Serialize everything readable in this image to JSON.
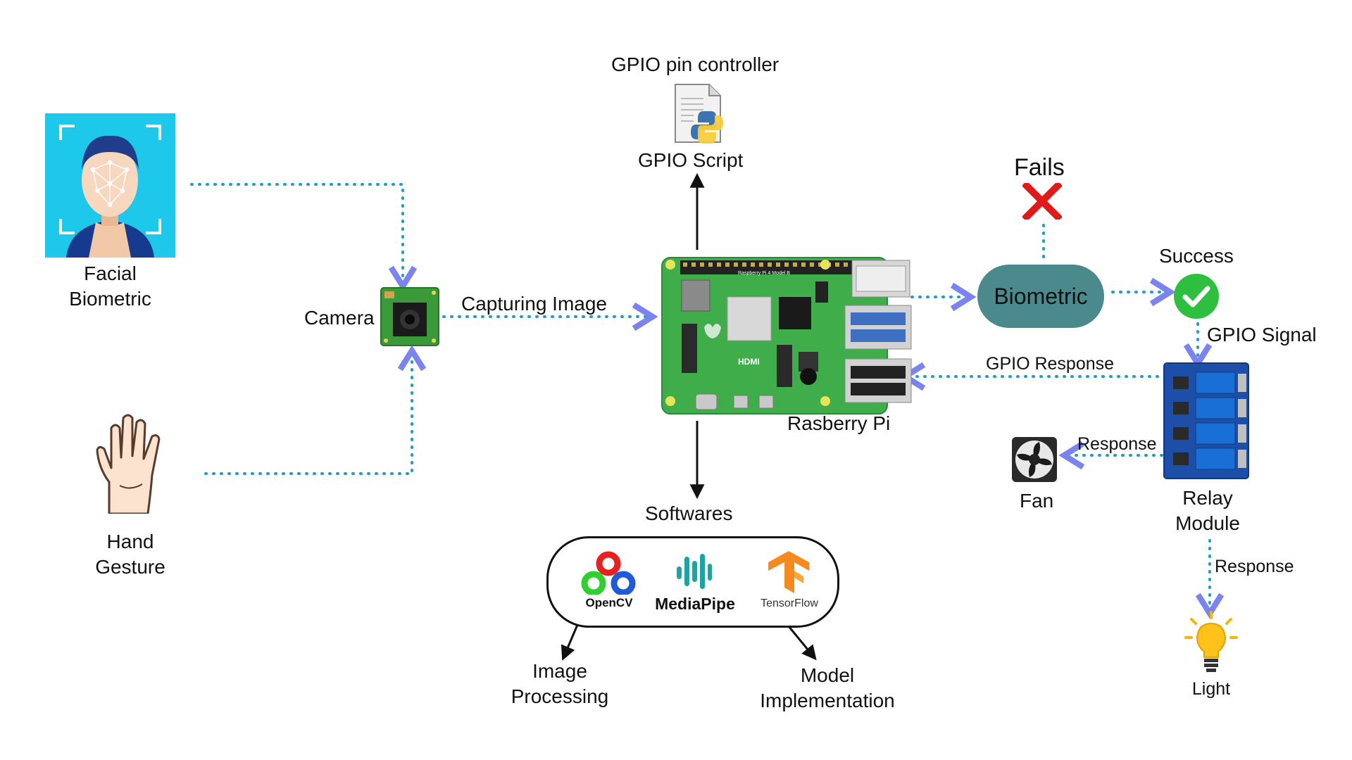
{
  "labels": {
    "facial": [
      "Facial",
      "Biometric"
    ],
    "hand": [
      "Hand",
      "Gesture"
    ],
    "camera": "Camera",
    "capturing": "Capturing Image",
    "gpio_controller": "GPIO pin controller",
    "gpio_script": "GPIO Script",
    "raspberry": "Rasberry Pi",
    "softwares": "Softwares",
    "image_processing": [
      "Image",
      "Processing"
    ],
    "model_impl": [
      "Model",
      "Implementation"
    ],
    "biometric": "Biometric",
    "fails": "Fails",
    "success": "Success",
    "gpio_signal": "GPIO Signal",
    "gpio_response": "GPIO Response",
    "relay": [
      "Relay",
      "Module"
    ],
    "response_fan": "Response",
    "fan": "Fan",
    "response_light": "Response",
    "light": "Light"
  },
  "software_logos": {
    "opencv": "OpenCV",
    "mediapipe": "MediaPipe",
    "tensorflow": "TensorFlow"
  },
  "icons": [
    "face-scan-icon",
    "hand-icon",
    "camera-module-icon",
    "python-file-icon",
    "raspberry-pi-board-icon",
    "fail-cross-icon",
    "success-check-icon",
    "relay-module-icon",
    "fan-icon",
    "light-bulb-icon"
  ],
  "colors": {
    "dotted_connector": "#1f9fbf",
    "arrow_head": "#7b83f0",
    "biometric_node": "#4a8a8c",
    "success_green": "#2fbf3f",
    "fail_red": "#e01919",
    "face_bg": "#1ec8ea"
  }
}
